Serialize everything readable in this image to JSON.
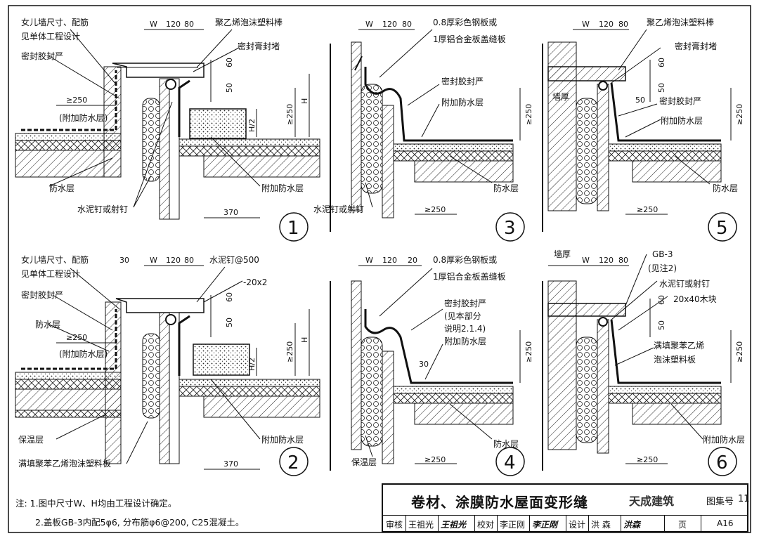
{
  "details": [
    {
      "num": "1",
      "labels": {
        "parapet": "女儿墙尺寸、配筋",
        "parapet2": "见单体工程设计",
        "seal": "密封胶封严",
        "rod": "聚乙烯泡沫塑料棒",
        "paste": "密封膏封堵",
        "extra_note": "(附加防水层)",
        "waterproof": "防水层",
        "extra": "附加防水层",
        "nail": "水泥钉或射钉"
      },
      "dims": {
        "w": "W",
        "d120": "120",
        "d80": "80",
        "d60": "60",
        "d50": "50",
        "ge250a": "≥250",
        "ge250b": "≥250",
        "h": "H",
        "h2": "H/2",
        "d370": "370"
      }
    },
    {
      "num": "2",
      "labels": {
        "parapet": "女儿墙尺寸、配筋",
        "parapet2": "见单体工程设计",
        "nail500": "水泥钉@500",
        "seal": "密封胶封严",
        "strip": "-20x2",
        "waterproof": "防水层",
        "extra_note": "(附加防水层)",
        "insulation": "保温层",
        "fill": "满填聚苯乙烯泡沫塑料板",
        "extra": "附加防水层"
      },
      "dims": {
        "d30": "30",
        "w": "W",
        "d120": "120",
        "d80": "80",
        "d60": "60",
        "d50": "50",
        "ge250a": "≥250",
        "ge250b": "≥250",
        "h": "H",
        "h2": "H/2",
        "d370": "370"
      }
    },
    {
      "num": "3",
      "labels": {
        "plate1": "0.8厚彩色钢板或",
        "plate2": "1厚铝合金板盖缝板",
        "seal": "密封胶封严",
        "extra": "附加防水层",
        "waterproof": "防水层",
        "nail": "水泥钉或射钉"
      },
      "dims": {
        "w": "W",
        "d120": "120",
        "d80": "80",
        "ge250a": "≥250",
        "ge250b": "≥250"
      }
    },
    {
      "num": "4",
      "labels": {
        "plate1": "0.8厚彩色钢板或",
        "plate2": "1厚铝合金板盖缝板",
        "seal": "密封胶封严",
        "seal_note1": "(见本部分",
        "seal_note2": "说明2.1.4)",
        "extra": "附加防水层",
        "insulation": "保温层",
        "waterproof": "防水层"
      },
      "dims": {
        "w": "W",
        "d120": "120",
        "d20": "20",
        "d30": "30",
        "ge250a": "≥250",
        "ge250b": "≥250"
      }
    },
    {
      "num": "5",
      "labels": {
        "rod": "聚乙烯泡沫塑料棒",
        "paste": "密封膏封堵",
        "wall": "墙厚",
        "seal": "密封胶封严",
        "extra": "附加防水层",
        "waterproof": "防水层"
      },
      "dims": {
        "w": "W",
        "d120": "120",
        "d80": "80",
        "d60": "60",
        "d50a": "50",
        "d50b": "50",
        "ge250a": "≥250",
        "ge250b": "≥250"
      }
    },
    {
      "num": "6",
      "labels": {
        "wall": "墙厚",
        "gb": "GB-3",
        "gb_note": "(见注2)",
        "nail": "水泥钉或射钉",
        "wood": "20x40木块",
        "fill1": "满填聚苯乙烯",
        "fill2": "泡沫塑料板",
        "extra": "附加防水层"
      },
      "dims": {
        "w": "W",
        "d120": "120",
        "d80": "80",
        "d60": "60",
        "d50": "50",
        "ge250a": "≥250",
        "ge250b": "≥250"
      }
    }
  ],
  "notes": {
    "line1": "注: 1.图中尺寸W、H均由工程设计确定。",
    "line2": "2.盖板GB-3内配5φ6, 分布筋φ6@200, C25混凝土。"
  },
  "titleblock": {
    "title": "卷材、涂膜防水屋面变形缝",
    "code_label": "图集号",
    "code_suffix": "11",
    "watermark": "天成建筑",
    "review": "审核",
    "reviewer": "王祖光",
    "reviewer_sig": "王祖光",
    "check": "校对",
    "checker": "李正刚",
    "checker_sig": "李正刚",
    "design": "设计",
    "designer": "洪 森",
    "designer_sig": "洪森",
    "page_label": "页",
    "page": "A16"
  }
}
